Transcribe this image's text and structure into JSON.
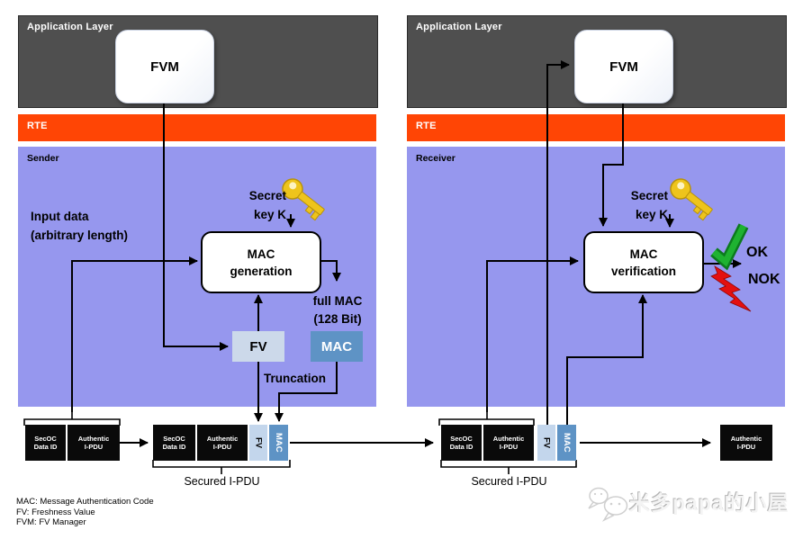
{
  "diagram": {
    "sender": {
      "app_layer": "Application Layer",
      "fvm": "FVM",
      "rte": "RTE",
      "zone": "Sender",
      "input_data_1": "Input data",
      "input_data_2": "(arbitrary length)",
      "secret_key_1": "Secret",
      "secret_key_2": "key K",
      "process_1": "MAC",
      "process_2": "generation",
      "full_mac_1": "full MAC",
      "full_mac_2": "(128 Bit)",
      "fv": "FV",
      "mac": "MAC",
      "truncation": "Truncation"
    },
    "receiver": {
      "app_layer": "Application Layer",
      "fvm": "FVM",
      "rte": "RTE",
      "zone": "Receiver",
      "secret_key_1": "Secret",
      "secret_key_2": "key K",
      "process_1": "MAC",
      "process_2": "verification",
      "ok": "OK",
      "nok": "NOK"
    },
    "pdu": {
      "secoc_1": "SecOC",
      "secoc_2": "Data ID",
      "authentic_1": "Authentic",
      "authentic_2": "I-PDU",
      "fv": "FV",
      "mac": "MAC",
      "secured_label": "Secured I-PDU"
    },
    "legend": [
      "MAC: Message Authentication Code",
      "FV: Freshness Value",
      "FVM: FV Manager"
    ],
    "watermark": "米多papa的小屋",
    "colors": {
      "app_layer": "#4f4f4f",
      "rte": "#ff4505",
      "zone": "#9697ee",
      "fv_field": "#c3d6ec",
      "mac_field": "#5e93c5",
      "ok_green": "#12a32b",
      "nok_red": "#e41010",
      "key_gold": "#eec41c"
    }
  }
}
